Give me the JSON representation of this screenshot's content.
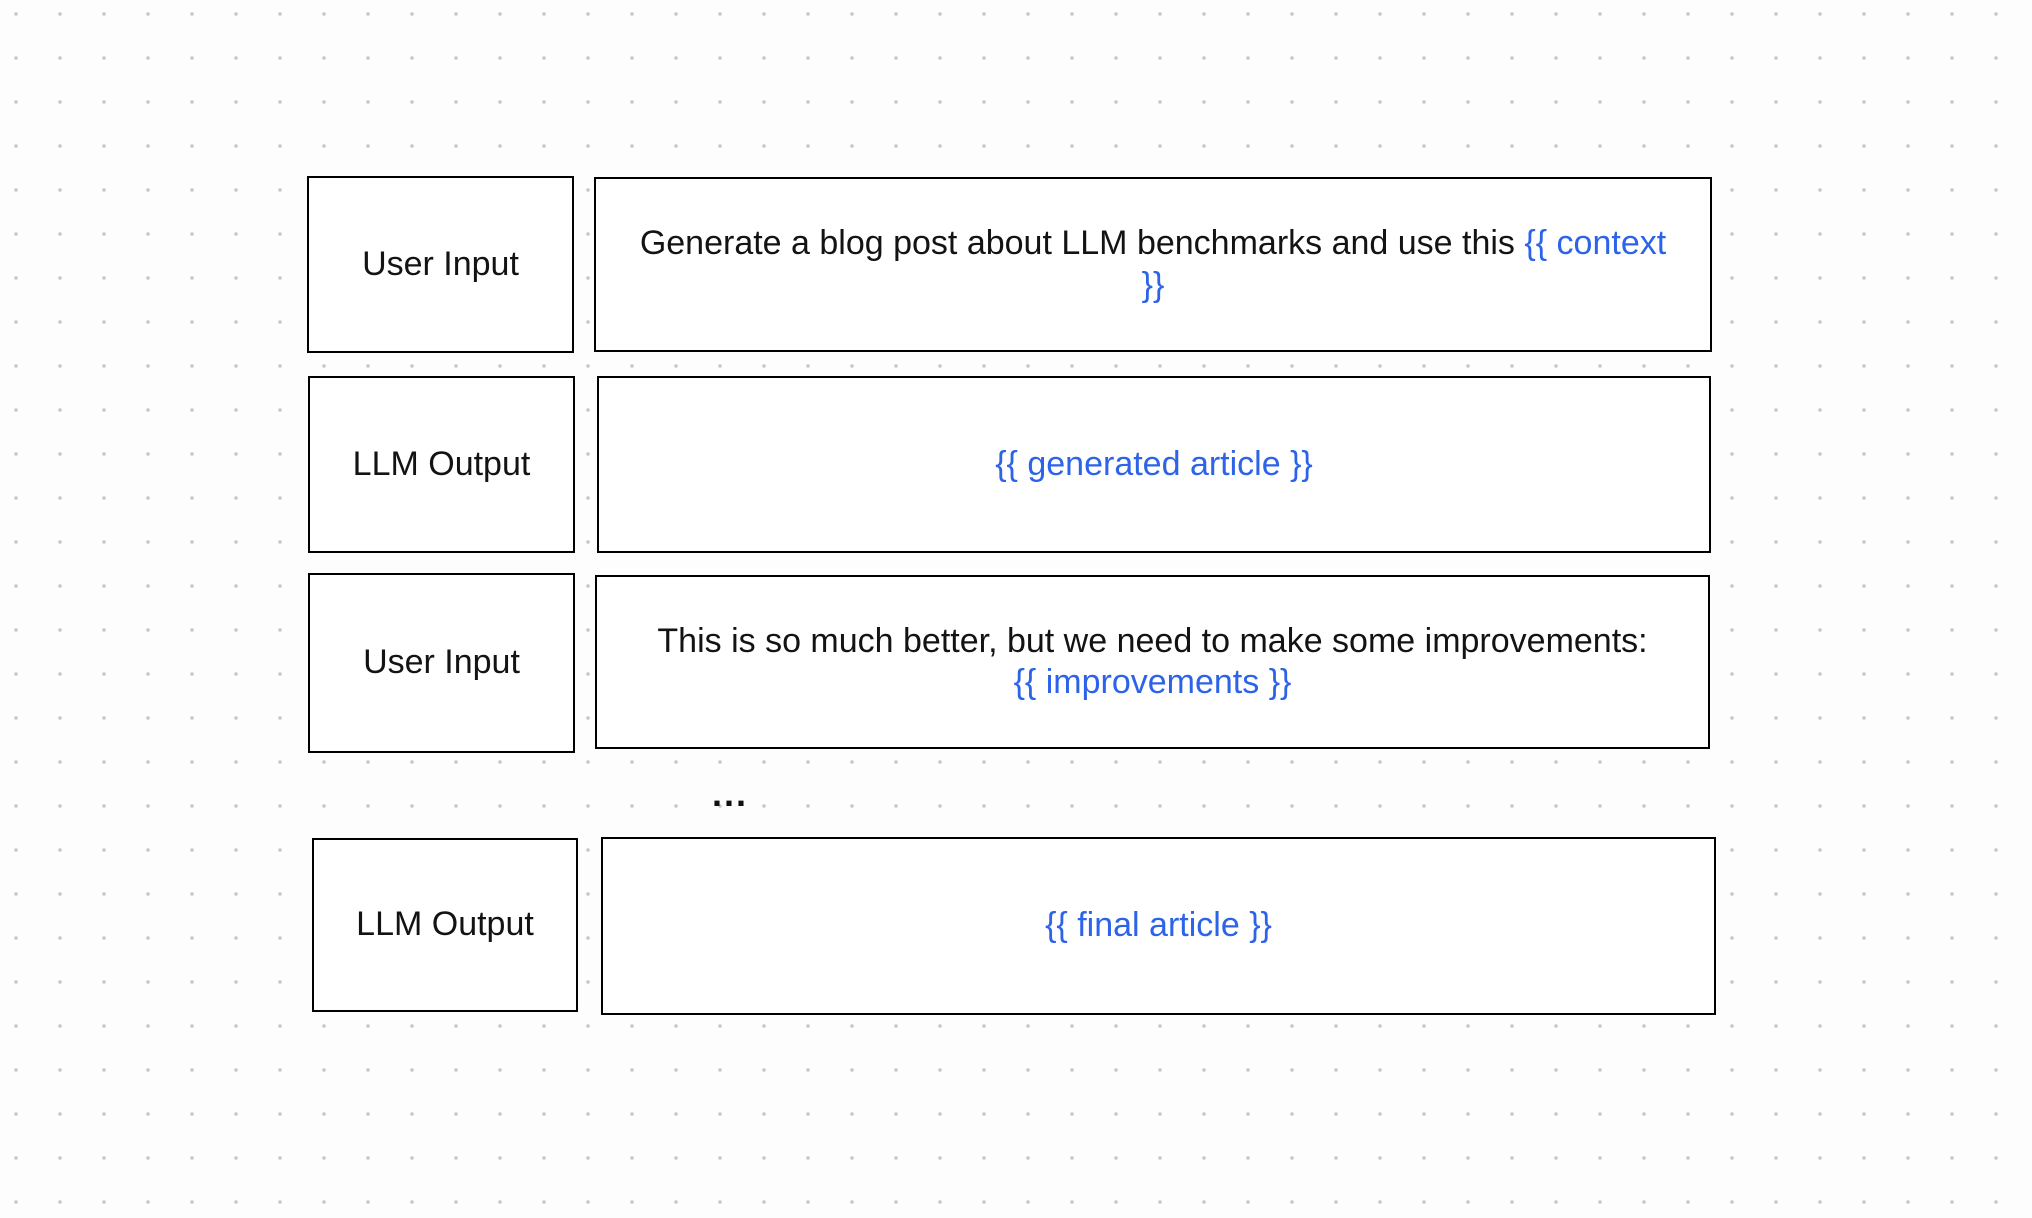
{
  "canvas": {
    "background_color": "#fdfdfe",
    "dot_grid_color": "#c7c7cf",
    "box_border_color": "#000000",
    "box_fill_color": "#ffffff",
    "text_color": "#131313",
    "variable_color": "#2c63e8"
  },
  "diagram": {
    "rows": [
      {
        "label": "User Input",
        "segments": [
          {
            "type": "plain",
            "text": "Generate a blog post about LLM benchmarks and use this "
          },
          {
            "type": "variable",
            "text": "{{ context }}"
          }
        ]
      },
      {
        "label": "LLM Output",
        "segments": [
          {
            "type": "variable",
            "text": "{{ generated article }}"
          }
        ]
      },
      {
        "label": "User Input",
        "segments": [
          {
            "type": "plain",
            "text": "This is so much better, but we need to make some improvements:"
          },
          {
            "type": "variable",
            "text": "{{ improvements }}"
          }
        ]
      },
      {
        "label": "LLM Output",
        "segments": [
          {
            "type": "variable",
            "text": "{{ final article }}"
          }
        ]
      }
    ],
    "ellipsis": "..."
  }
}
